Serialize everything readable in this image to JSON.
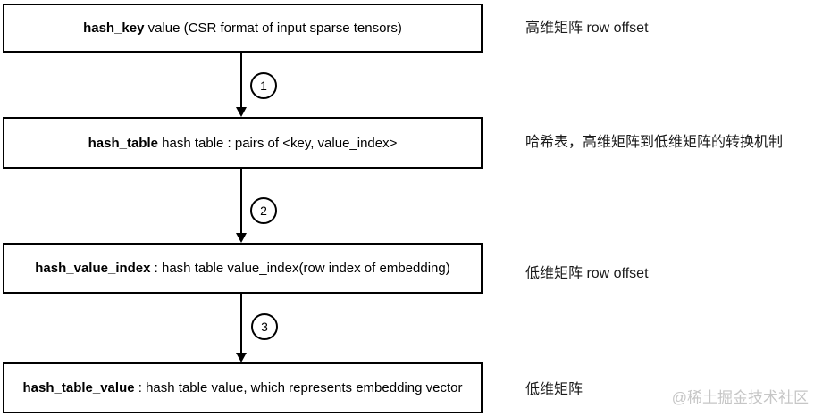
{
  "boxes": [
    {
      "bold": "hash_key",
      "rest": " value (CSR format of input sparse tensors)",
      "annotation": "高维矩阵 row offset"
    },
    {
      "bold": "hash_table",
      "rest": " hash table : pairs of <key, value_index>",
      "annotation": "哈希表，高维矩阵到低维矩阵的转换机制"
    },
    {
      "bold": "hash_value_index",
      "rest": " : hash table value_index(row index of embedding)",
      "annotation": "低维矩阵 row offset"
    },
    {
      "bold": "hash_table_value",
      "rest": " : hash table value, which represents embedding vector",
      "annotation": "低维矩阵"
    }
  ],
  "connectors": [
    {
      "label": "1"
    },
    {
      "label": "2"
    },
    {
      "label": "3"
    }
  ],
  "watermark": "@稀土掘金技术社区",
  "colors": {
    "border": "#000000",
    "text": "#000000",
    "watermark": "#c6c6c6",
    "background": "#ffffff"
  }
}
